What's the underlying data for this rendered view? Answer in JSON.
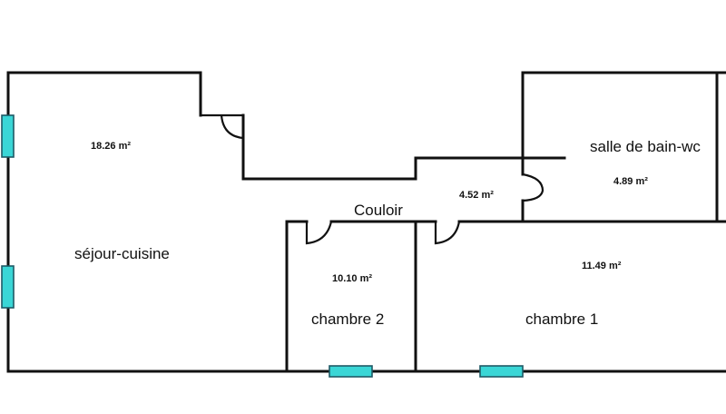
{
  "floor_plan": {
    "rooms": {
      "sejour": {
        "name": "séjour-cuisine",
        "area": "18.26 m²"
      },
      "couloir": {
        "name": "Couloir",
        "area": "4.52 m²"
      },
      "sdb": {
        "name": "salle de bain-wc",
        "area": "4.89 m²"
      },
      "chambre2": {
        "name": "chambre 2",
        "area": "10.10 m²"
      },
      "chambre1": {
        "name": "chambre 1",
        "area": "11.49 m²"
      }
    },
    "colors": {
      "wall": "#111111",
      "window": "#3ad6d6",
      "window_border": "#1e5a66"
    }
  }
}
